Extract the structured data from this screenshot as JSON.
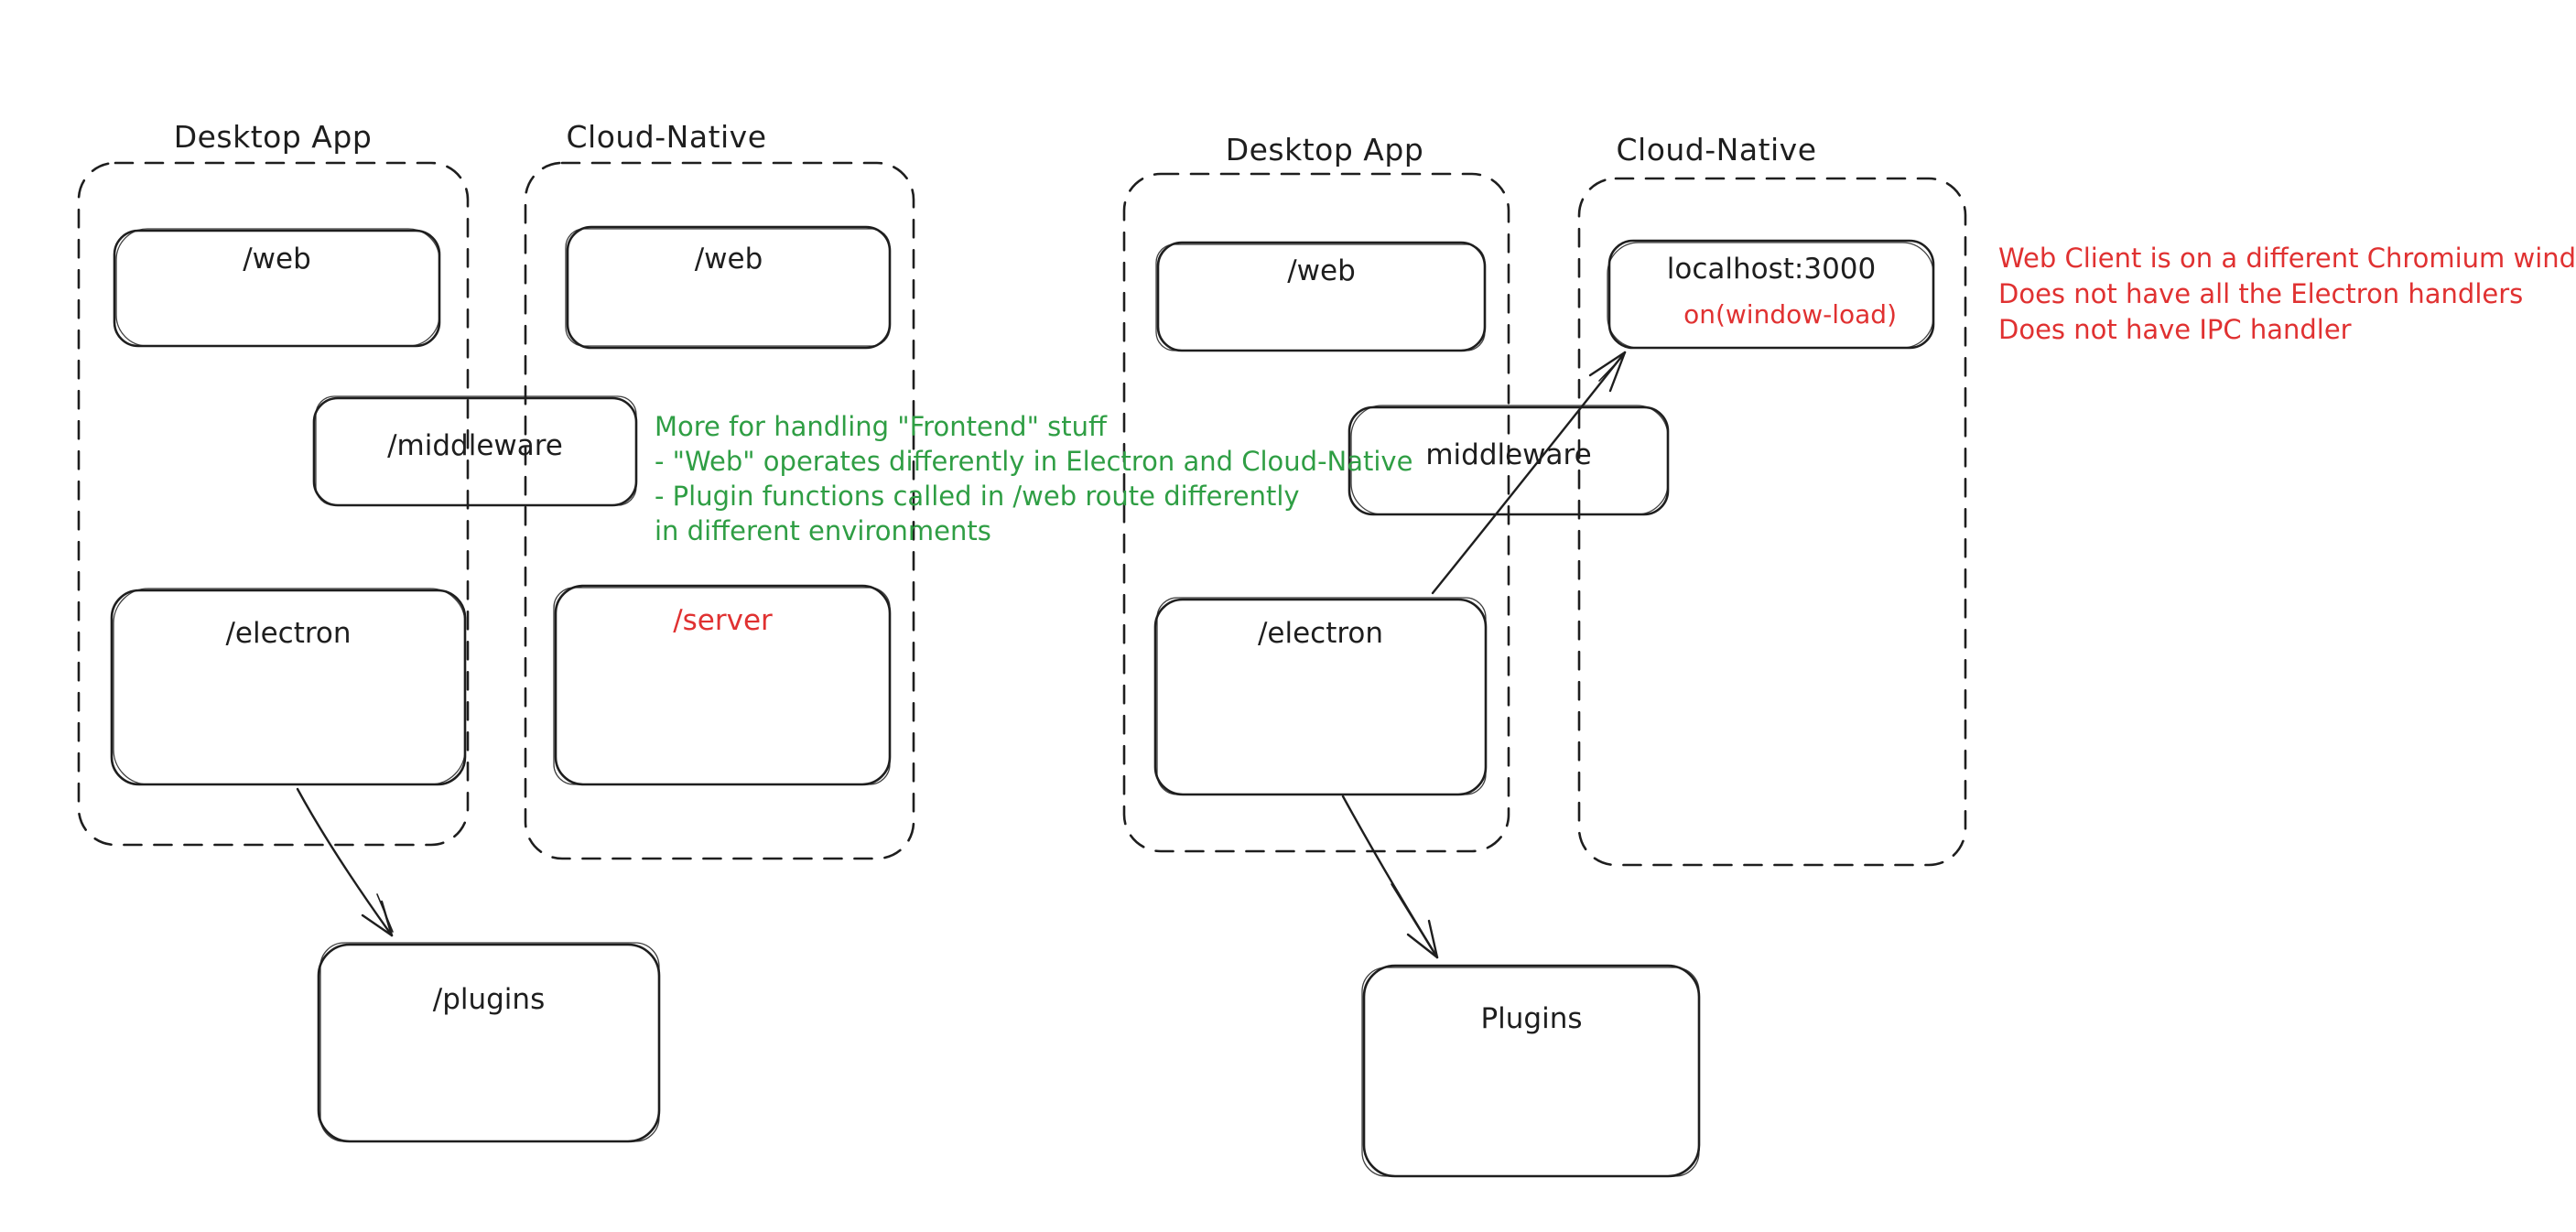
{
  "colors": {
    "background": "#ffffff",
    "stroke": "#1e1e1e",
    "green": "#2f9e44",
    "red": "#e03131"
  },
  "left": {
    "desktop_title": "Desktop App",
    "cloud_title": "Cloud-Native",
    "boxes": {
      "web_desktop": "/web",
      "web_cloud": "/web",
      "middleware": "/middleware",
      "electron": "/electron",
      "server": "/server",
      "plugins": "/plugins"
    },
    "green_note": [
      "More for handling \"Frontend\" stuff",
      "- \"Web\" operates differently in Electron and Cloud-Native",
      "- Plugin functions called in /web route differently",
      "in different environments"
    ]
  },
  "right": {
    "desktop_title": "Desktop App",
    "cloud_title": "Cloud-Native",
    "boxes": {
      "web_desktop": "/web",
      "localhost": "localhost:3000",
      "window_load": "on(window-load)",
      "middleware": "middleware",
      "electron": "/electron",
      "plugins": "Plugins"
    },
    "red_note": [
      "Web Client is on a different Chromium window",
      "Does not have all the Electron handlers",
      "Does not have IPC handler"
    ]
  }
}
